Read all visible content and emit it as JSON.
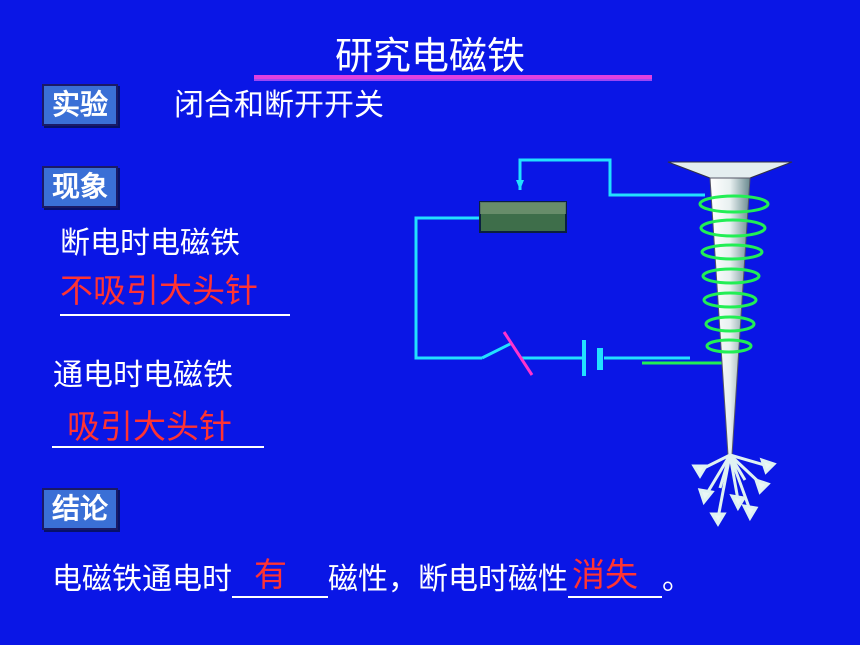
{
  "title": "研究电磁铁",
  "experiment": {
    "tag": "实验",
    "text": "闭合和断开开关"
  },
  "phenomenon": {
    "tag": "现象",
    "off_text": "断电时电磁铁",
    "off_answer": "不吸引大头针",
    "on_text": "通电时电磁铁",
    "on_answer": "吸引大头针"
  },
  "conclusion": {
    "tag": "结论",
    "part1": "电磁铁通电时",
    "blank1": "有",
    "part2": "磁性，断电时磁性",
    "blank2": "消失",
    "end": "。"
  },
  "colors": {
    "background": "#0a16e6",
    "answer": "#ff3333",
    "wire": "#22e0ff",
    "coil": "#22ee55"
  }
}
